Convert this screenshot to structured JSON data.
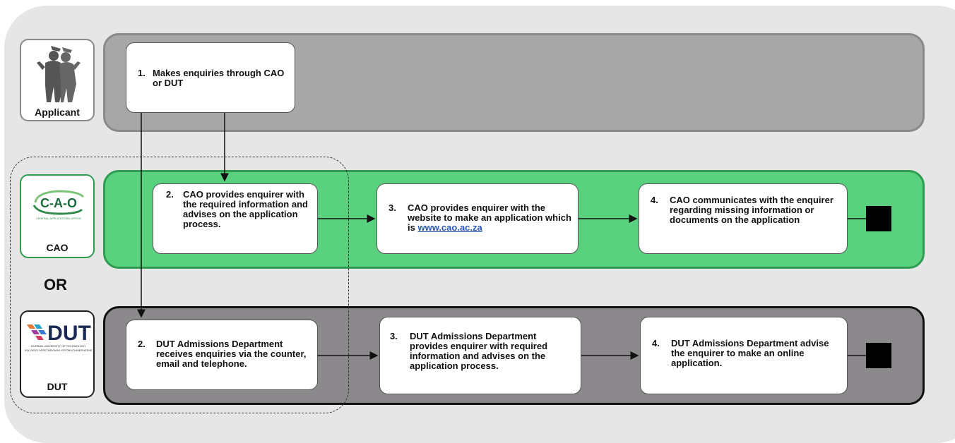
{
  "actors": {
    "applicant": "Applicant",
    "cao": "CAO",
    "dut": "DUT",
    "cao_logo_text": "C-A-O",
    "cao_logo_sub": "CENTRAL APPLICATIONS OFFICE",
    "dut_logo_text": "DUT",
    "dut_logo_sub1": "DURBAN UNIVERSITY OF TECHNOLOGY",
    "dut_logo_sub2": "INYUVESI YASETHEKWINI YEZOBUCHWEPHESHE"
  },
  "or_label": "OR",
  "steps": {
    "applicant_1": {
      "num": "1.",
      "text": "Makes enquiries through CAO or DUT"
    },
    "cao_2": {
      "num": "2.",
      "text": "CAO provides enquirer with the required information and advises on the application process."
    },
    "cao_3": {
      "num": "3.",
      "text": "CAO provides enquirer with the website to make an application which is",
      "link": "www.cao.ac.za"
    },
    "cao_4": {
      "num": "4.",
      "text": "CAO communicates with the enquirer regarding missing information or documents on the application"
    },
    "dut_2": {
      "num": "2.",
      "text": "DUT Admissions Department receives enquiries via the counter, email and telephone."
    },
    "dut_3": {
      "num": "3.",
      "text": "DUT Admissions Department provides enquirer with required information and advises on the application process."
    },
    "dut_4": {
      "num": "4.",
      "text": "DUT Admissions Department advise the enquirer to make an online application."
    }
  },
  "colors": {
    "applicant_lane": "#a7a7a7",
    "cao_lane": "#5ad17f",
    "dut_lane": "#8c898d"
  }
}
